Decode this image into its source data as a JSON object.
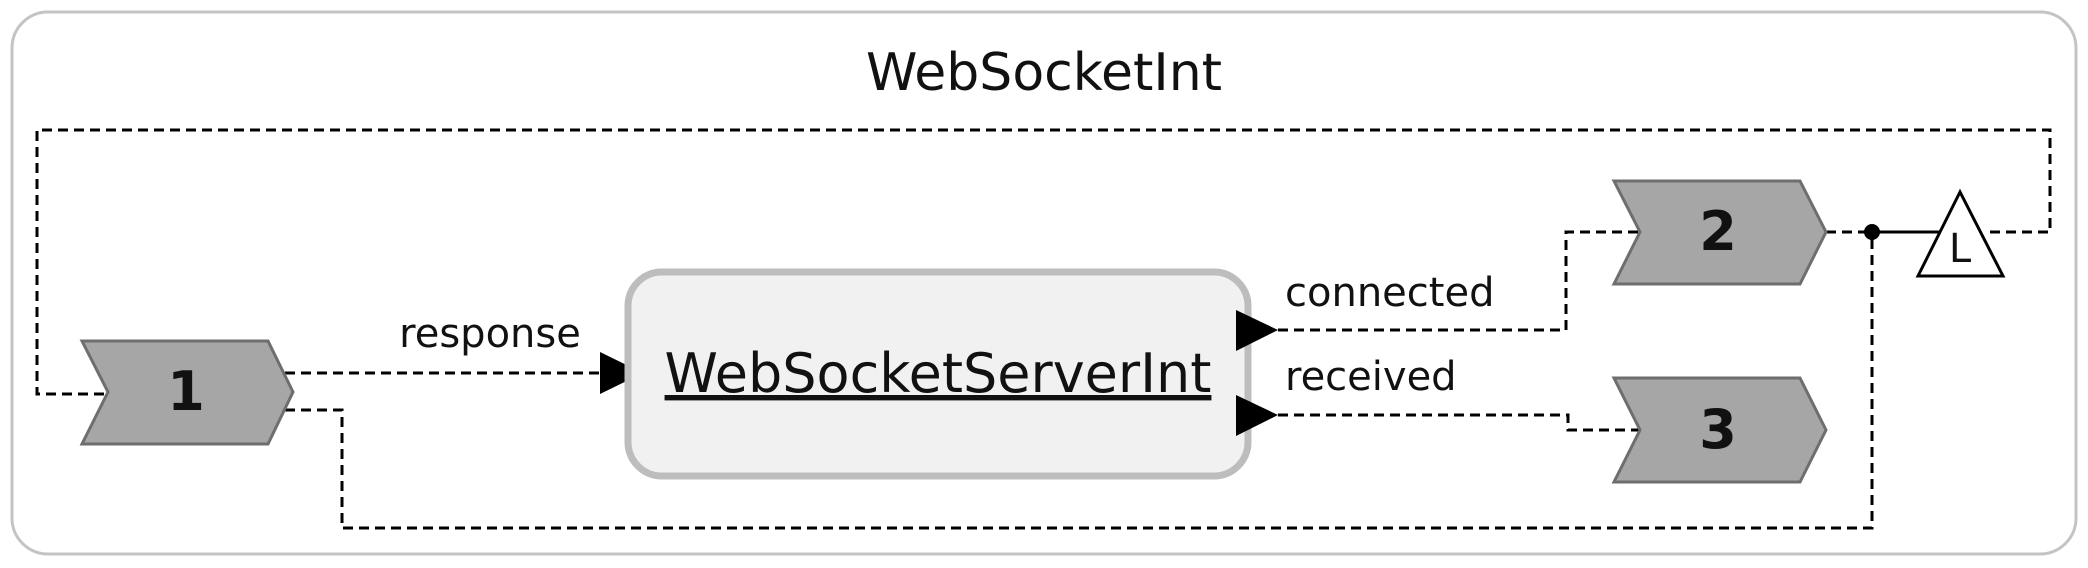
{
  "diagram": {
    "title": "WebSocketInt",
    "block": {
      "label": "WebSocketServerInt"
    },
    "ports": [
      {
        "id": "port-1",
        "label": "1",
        "fill": "#a6a6a6"
      },
      {
        "id": "port-2",
        "label": "2",
        "fill": "#a6a6a6"
      },
      {
        "id": "port-3",
        "label": "3",
        "fill": "#a6a6a6"
      }
    ],
    "connections": {
      "response": "response",
      "connected": "connected",
      "received": "received"
    },
    "latch_symbol": "L",
    "colors": {
      "frame_border": "#c4c4c4",
      "port_fill": "#a6a6a6",
      "block_fill": "#f1f1f1",
      "block_border": "#bdbdbd",
      "wire": "#000000"
    }
  }
}
